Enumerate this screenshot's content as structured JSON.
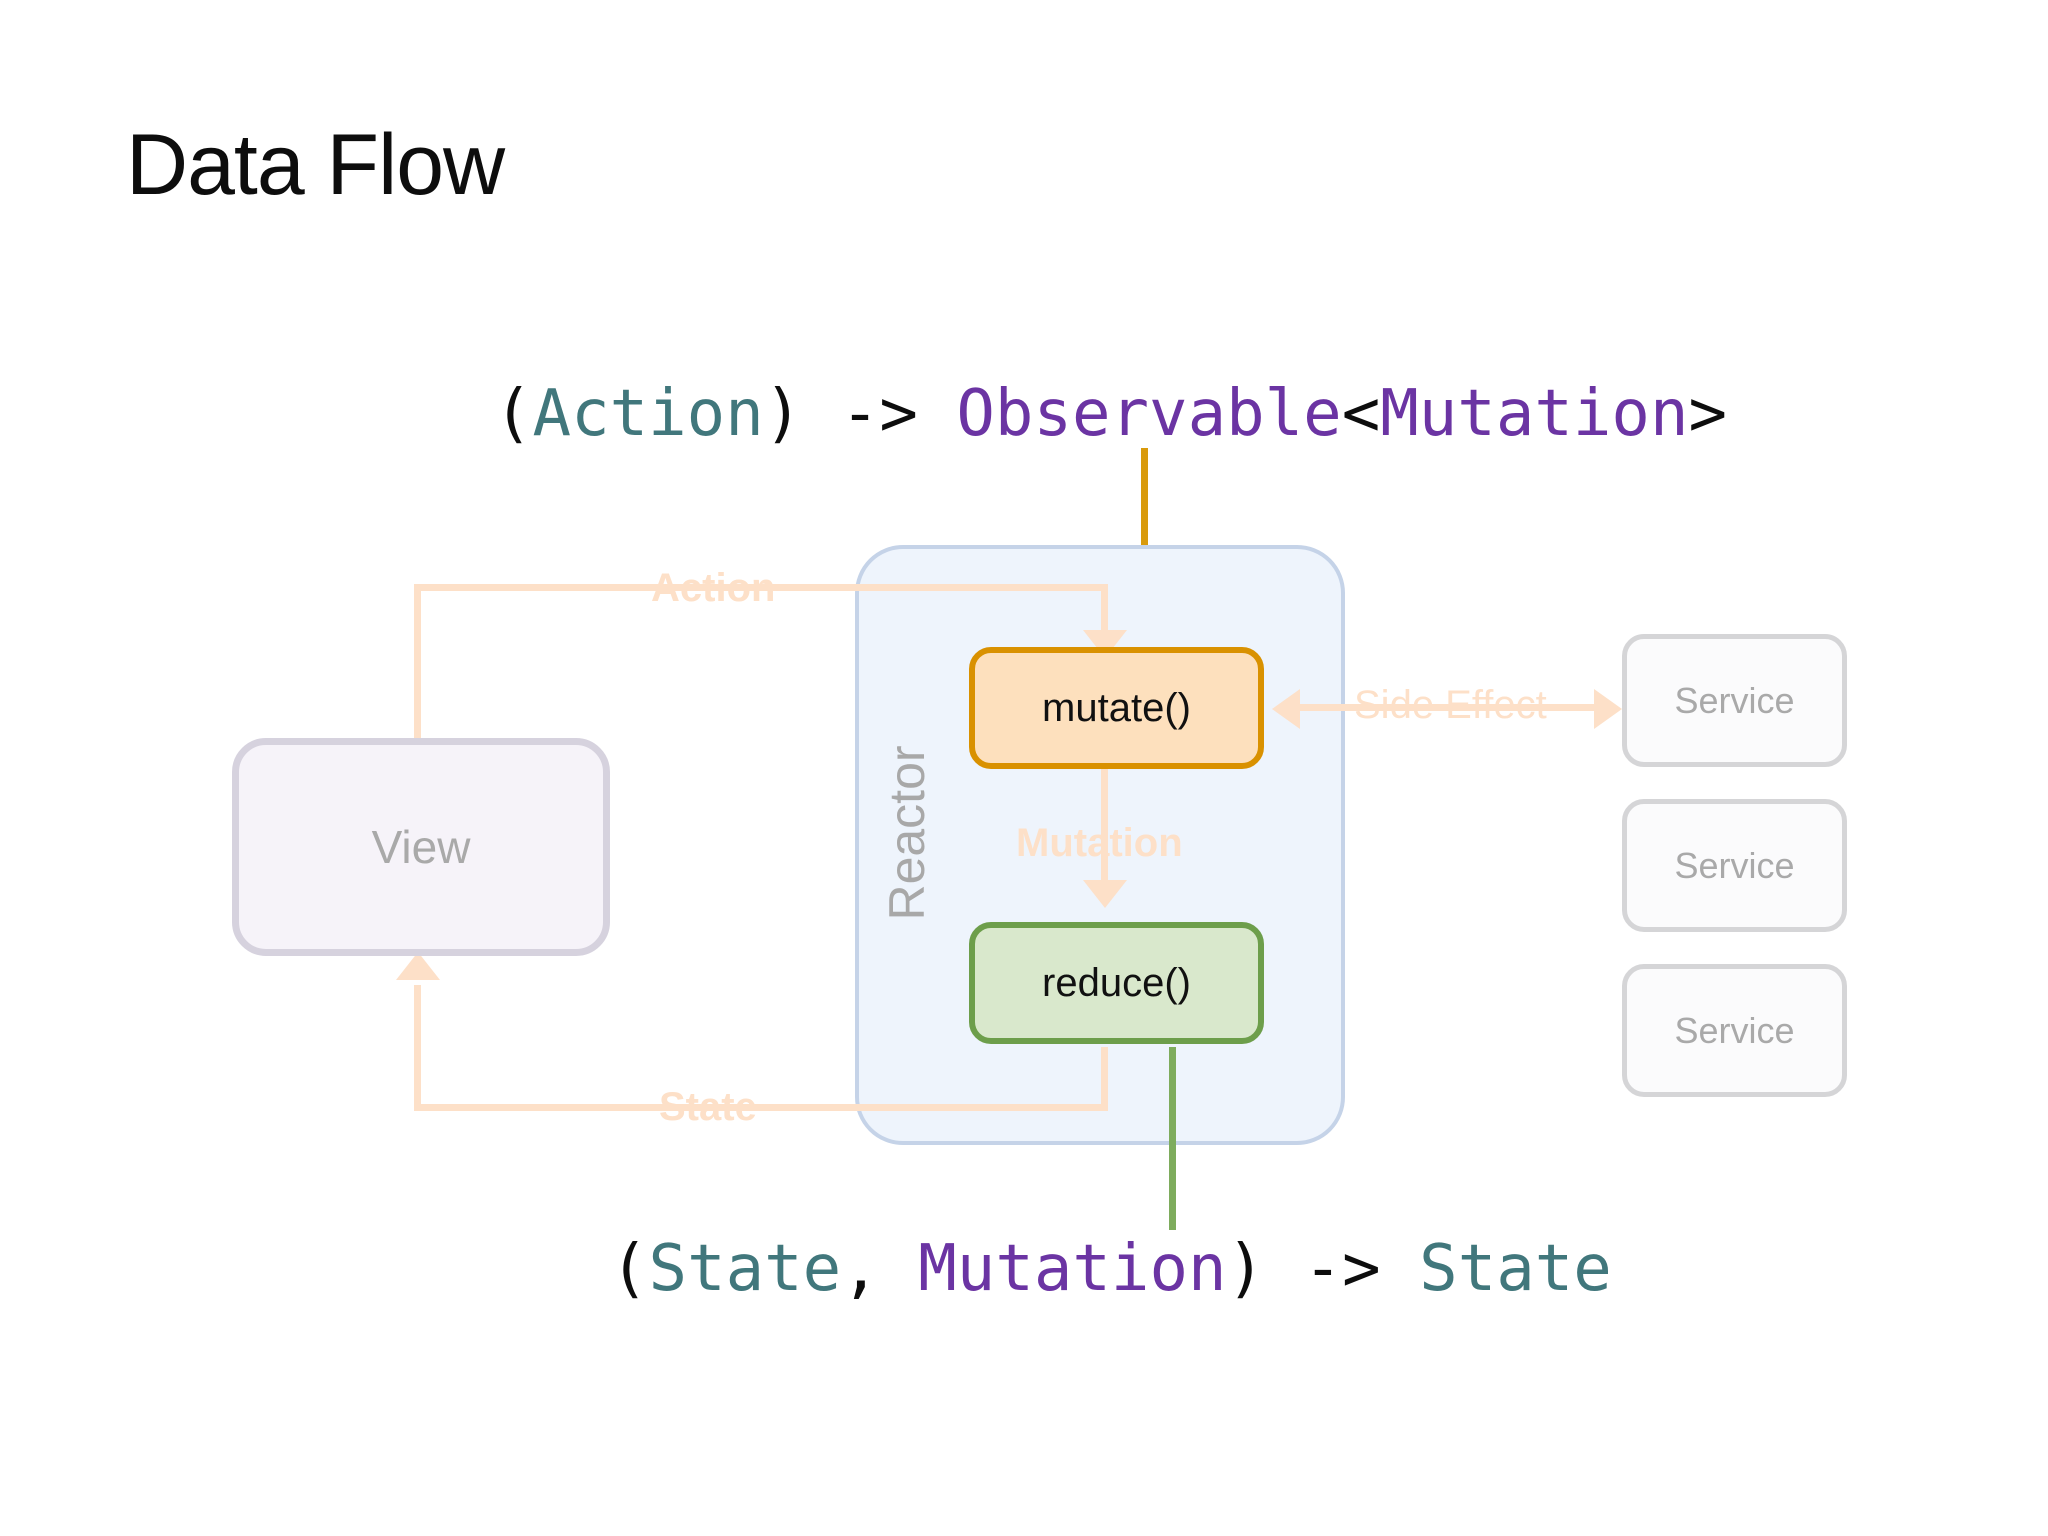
{
  "slide": {
    "title": "Data Flow",
    "background": "#ffffff"
  },
  "code_lines": {
    "top": {
      "full_text": "(Action) -> Observable<Mutation>",
      "tokens": {
        "open_paren": "(",
        "action": "Action",
        "close_paren": ")",
        "arrow": " -> ",
        "observable": "Observable",
        "open_angle": "<",
        "mutation": "Mutation",
        "close_angle": ">"
      }
    },
    "bottom": {
      "full_text": "(State, Mutation) -> State",
      "tokens": {
        "open_paren": "(",
        "state_in": "State",
        "comma": ", ",
        "mutation": "Mutation",
        "close_paren": ")",
        "arrow": " -> ",
        "state_out": "State"
      }
    }
  },
  "diagram": {
    "view": {
      "label": "View"
    },
    "reactor": {
      "label": "Reactor",
      "mutate": {
        "label": "mutate()"
      },
      "reduce": {
        "label": "reduce()"
      }
    },
    "services": [
      {
        "label": "Service"
      },
      {
        "label": "Service"
      },
      {
        "label": "Service"
      }
    ],
    "flow_labels": {
      "action": "Action",
      "state": "State",
      "mutation": "Mutation",
      "side_effect": "Side Effect"
    }
  },
  "colors": {
    "title_text": "#0d0d0d",
    "code_type_state": "#41777c",
    "code_type_mutation": "#6b34a3",
    "code_punct": "#0d0d0d",
    "highlight_amber": "#f5b212",
    "gold_connector": "#d99a0b",
    "green_connector": "#7eac5d",
    "reactor_fill": "#eef4fc",
    "reactor_border": "#c5d3e8",
    "reactor_label": "#a8a8a8",
    "mutate_fill": "#fde0bd",
    "mutate_border": "#d99100",
    "reduce_fill": "#d9e8cc",
    "reduce_border": "#6d9e4b",
    "view_fill": "#f6f3f9",
    "view_border": "#d6d2de",
    "view_text": "#a9a9a9",
    "service_fill": "#fbfbfc",
    "service_border": "#d5d5d7",
    "service_text": "#a9a9a9",
    "flow_arrow": "#fde0c8"
  }
}
